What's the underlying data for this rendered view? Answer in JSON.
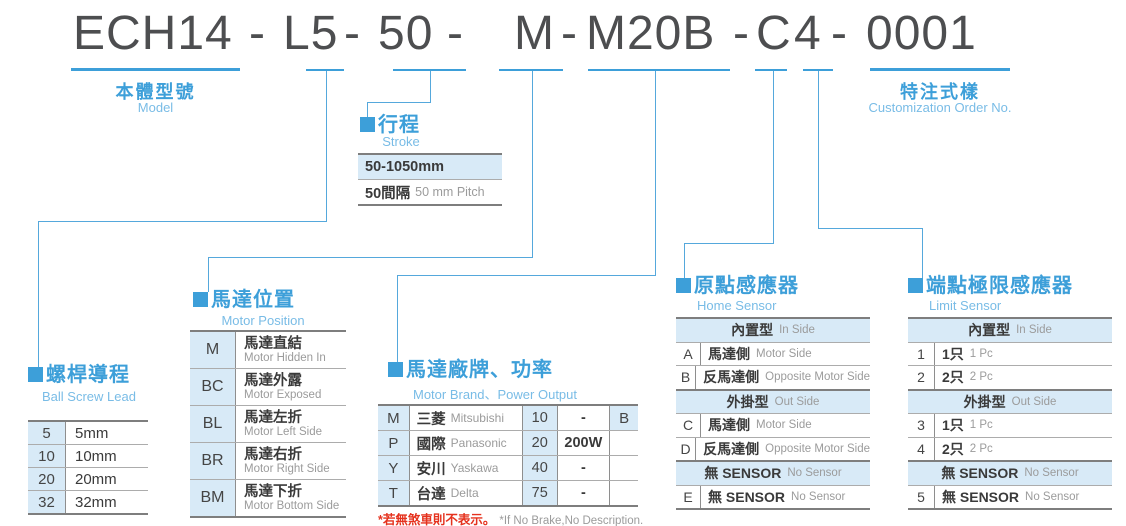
{
  "colors": {
    "accent_blue": "#3d9fd9",
    "light_blue_text": "#79bce6",
    "row_highlight": "#d8eaf7",
    "connector_blue": "#55a8dc",
    "title_gray": "#4d4e50",
    "table_text_dark": "#3a3a3a",
    "table_text_gray": "#9b9b9b",
    "note_red": "#e5321e",
    "border_dark": "#7e7e7e"
  },
  "model_code": {
    "text": "ECH14 - L5 - 50 - M - M20B - C 4 - 0001",
    "segments": [
      "ECH14",
      "-",
      "L5",
      "-",
      "50",
      "-",
      "M",
      "-",
      "M20B",
      "-",
      "C",
      "4",
      "-",
      "0001"
    ]
  },
  "labels": {
    "model": {
      "zh": "本體型號",
      "en": "Model"
    },
    "customization": {
      "zh": "特注式樣",
      "en": "Customization Order No."
    }
  },
  "stroke": {
    "zh": "行程",
    "en": "Stroke",
    "range": "50-1050mm",
    "pitch_zh": "50間隔",
    "pitch_en": "50 mm Pitch"
  },
  "lead": {
    "zh": "螺桿導程",
    "en": "Ball Screw Lead",
    "rows": [
      {
        "code": "5",
        "desc": "5mm"
      },
      {
        "code": "10",
        "desc": "10mm"
      },
      {
        "code": "20",
        "desc": "20mm"
      },
      {
        "code": "32",
        "desc": "32mm"
      }
    ]
  },
  "motor_position": {
    "zh": "馬達位置",
    "en": "Motor Position",
    "rows": [
      {
        "code": "M",
        "zh": "馬達直結",
        "en": "Motor Hidden In"
      },
      {
        "code": "BC",
        "zh": "馬達外露",
        "en": "Motor Exposed"
      },
      {
        "code": "BL",
        "zh": "馬達左折",
        "en": "Motor Left Side"
      },
      {
        "code": "BR",
        "zh": "馬達右折",
        "en": "Motor Right Side"
      },
      {
        "code": "BM",
        "zh": "馬達下折",
        "en": "Motor Bottom Side"
      }
    ]
  },
  "motor_brand": {
    "zh": "馬達廠牌、功率",
    "en": "Motor Brand、Power Output",
    "brake_code": "B",
    "rows": [
      {
        "code": "M",
        "zh": "三菱",
        "en": "Mitsubishi",
        "pcode": "10",
        "power": "-"
      },
      {
        "code": "P",
        "zh": "國際",
        "en": "Panasonic",
        "pcode": "20",
        "power": "200W"
      },
      {
        "code": "Y",
        "zh": "安川",
        "en": "Yaskawa",
        "pcode": "40",
        "power": "-"
      },
      {
        "code": "T",
        "zh": "台達",
        "en": "Delta",
        "pcode": "75",
        "power": "-"
      }
    ],
    "note_zh": "*若無煞車則不表示。",
    "note_en": "*If No Brake,No Description."
  },
  "home_sensor": {
    "zh": "原點感應器",
    "en": "Home Sensor",
    "rows": [
      {
        "header": true,
        "zh": "內置型",
        "en": "In Side"
      },
      {
        "code": "A",
        "zh": "馬達側",
        "en": "Motor Side"
      },
      {
        "code": "B",
        "zh": "反馬達側",
        "en": "Opposite Motor Side"
      },
      {
        "header": true,
        "zh": "外掛型",
        "en": "Out Side"
      },
      {
        "code": "C",
        "zh": "馬達側",
        "en": "Motor Side"
      },
      {
        "code": "D",
        "zh": "反馬達側",
        "en": "Opposite Motor Side"
      },
      {
        "header": true,
        "zh": "無 SENSOR",
        "en": "No Sensor"
      },
      {
        "code": "E",
        "zh": "無 SENSOR",
        "en": "No Sensor"
      }
    ]
  },
  "limit_sensor": {
    "zh": "端點極限感應器",
    "en": "Limit Sensor",
    "rows": [
      {
        "header": true,
        "zh": "內置型",
        "en": "In Side"
      },
      {
        "code": "1",
        "zh": "1只",
        "en": "1 Pc"
      },
      {
        "code": "2",
        "zh": "2只",
        "en": "2 Pc"
      },
      {
        "header": true,
        "zh": "外掛型",
        "en": "Out Side"
      },
      {
        "code": "3",
        "zh": "1只",
        "en": "1 Pc"
      },
      {
        "code": "4",
        "zh": "2只",
        "en": "2 Pc"
      },
      {
        "header": true,
        "zh": "無 SENSOR",
        "en": "No Sensor"
      },
      {
        "code": "5",
        "zh": "無 SENSOR",
        "en": "No Sensor"
      }
    ]
  }
}
